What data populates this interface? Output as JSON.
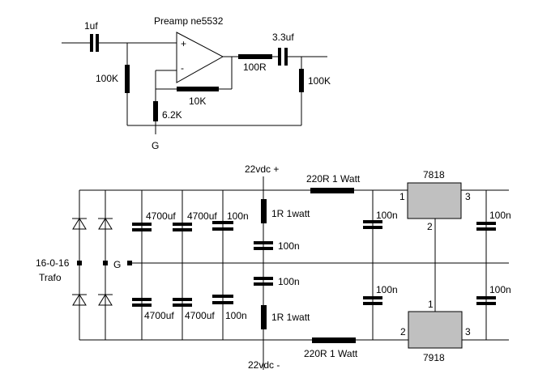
{
  "preamp": {
    "title": "Preamp ne5532",
    "c_in": "1uf",
    "r_in": "100K",
    "r_fb": "10K",
    "r_gnd": "6.2K",
    "r_out": "100R",
    "c_out": "3.3uf",
    "r_load": "100K",
    "ground": "G",
    "plus": "+",
    "minus": "-"
  },
  "psu": {
    "supply_pos": "22vdc +",
    "supply_neg": "22vdc -",
    "r_pos": "220R 1 Watt",
    "r_neg": "220R 1 Watt",
    "reg_pos": "7818",
    "reg_neg": "7918",
    "pin1_top": "1",
    "pin2_top": "2",
    "pin3_top": "3",
    "pin1_bot": "1",
    "pin2_bot": "2",
    "pin3_bot": "3",
    "trafo_line1": "16-0-16",
    "trafo_line2": "Trafo",
    "ground": "G",
    "cap_big_1": "4700uf",
    "cap_big_2": "4700uf",
    "cap_big_3": "4700uf",
    "cap_big_4": "4700uf",
    "cap_small_1": "100n",
    "cap_small_2": "100n",
    "cap_small_3": "100n",
    "cap_small_4": "100n",
    "cap_small_5": "100n",
    "cap_small_6": "100n",
    "cap_small_7": "100n",
    "cap_small_8": "100n",
    "r_1w_top": "1R 1watt",
    "r_1w_bot": "1R 1watt"
  }
}
